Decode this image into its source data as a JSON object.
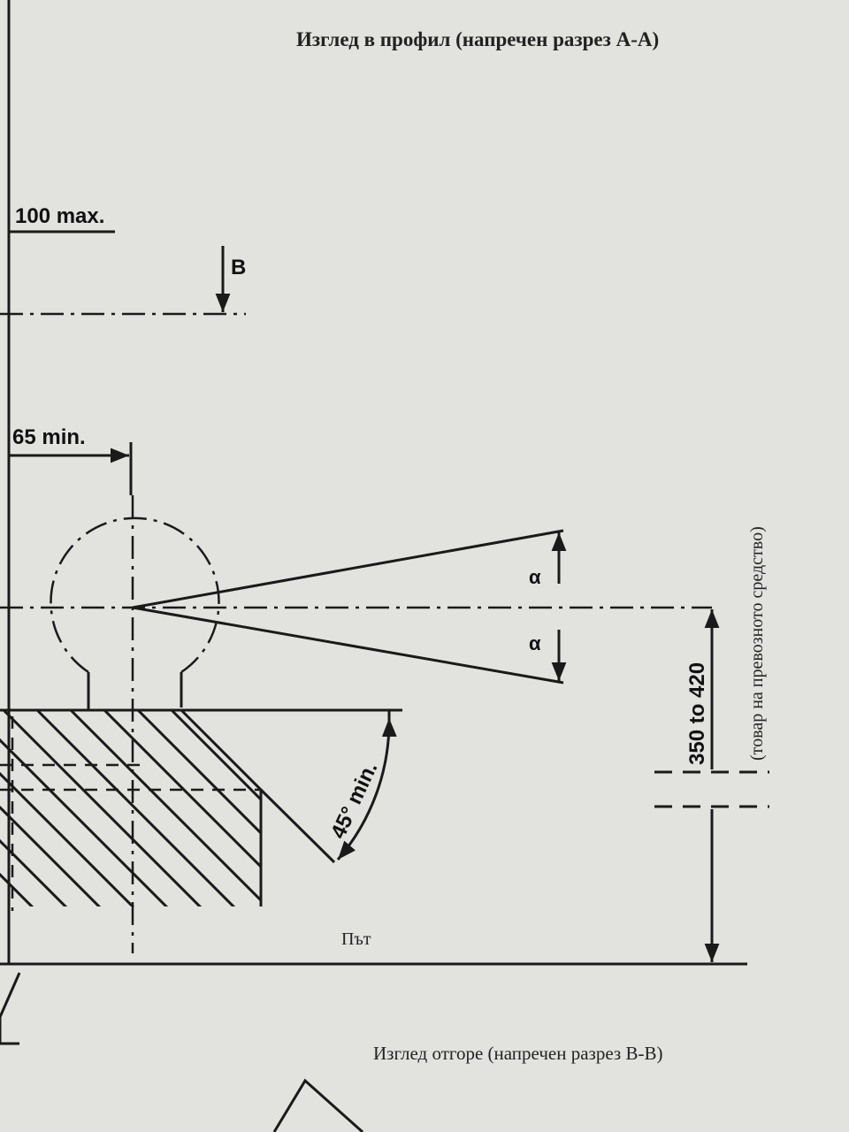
{
  "title": "Изглед в профил (напречен разрез А-А)",
  "labels": {
    "max_100": "100 max.",
    "section_b": "B",
    "min_65": "65 min.",
    "alpha_top": "α",
    "alpha_bottom": "α",
    "angle_45": "45° min.",
    "height_range": "350 to 420",
    "vehicle_load": "(товар на превозното средство)",
    "road": "Път"
  },
  "subtitle": "Изглед отгоре (напречен разрез В-В)",
  "colors": {
    "paper": "#e2e2df",
    "ink": "#1a1a1a"
  }
}
